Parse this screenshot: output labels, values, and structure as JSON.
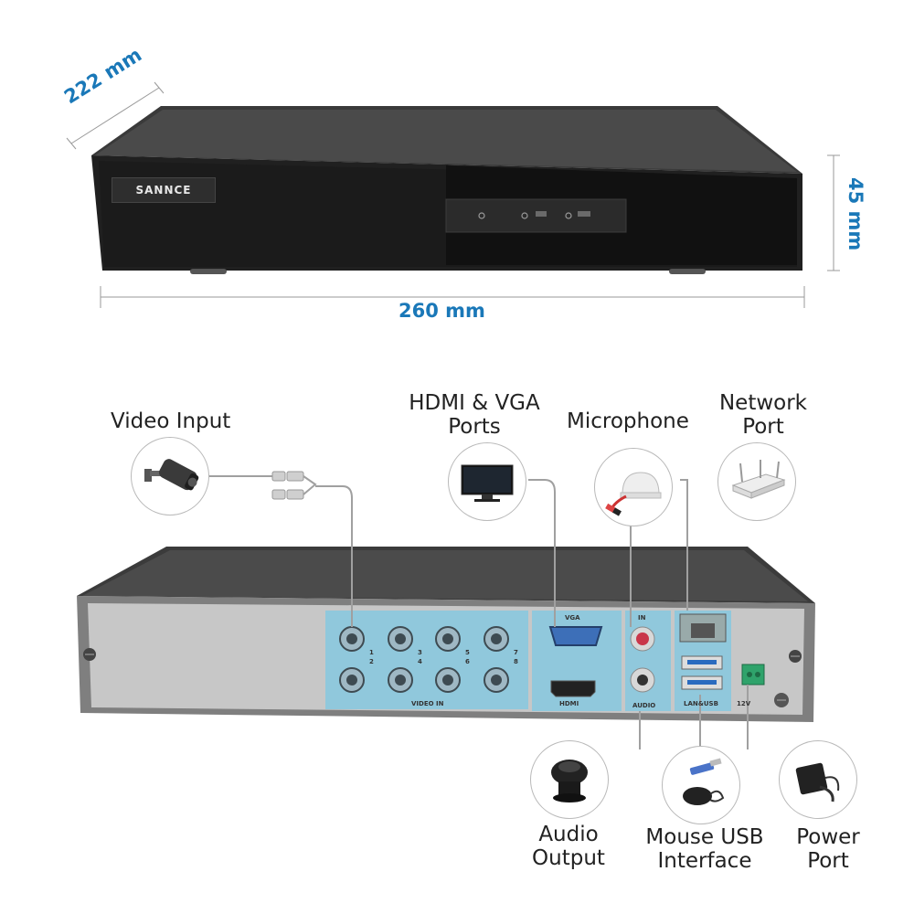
{
  "dimensions": {
    "depth": "222 mm",
    "height": "45 mm",
    "width": "260 mm"
  },
  "device": {
    "brand": "SANNCE"
  },
  "back_panel": {
    "vga": "VGA",
    "hdmi": "HDMI",
    "audio_in": "IN",
    "audio": "AUDIO",
    "video_in": "VIDEO IN",
    "lan_usb": "LAN&USB",
    "power": "12V",
    "channels": [
      "1",
      "2",
      "3",
      "4",
      "5",
      "6",
      "7",
      "8"
    ]
  },
  "labels": {
    "video_input": "Video Input",
    "hdmi_vga_1": "HDMI & VGA",
    "hdmi_vga_2": "Ports",
    "microphone": "Microphone",
    "network_1": "Network",
    "network_2": "Port",
    "audio_out_1": "Audio",
    "audio_out_2": "Output",
    "mouse_usb_1": "Mouse USB",
    "mouse_usb_2": "Interface",
    "power_1": "Power",
    "power_2": "Port"
  },
  "colors": {
    "dimension": "#1a78b8",
    "highlight": "#7ec8e3"
  },
  "icons": {
    "video_input": "camera-icon",
    "hdmi_vga": "monitor-icon",
    "microphone": "microphone-icon",
    "network": "router-icon",
    "audio_output": "speaker-icon",
    "mouse_usb": "mouse-usb-icon",
    "power": "power-adapter-icon"
  }
}
